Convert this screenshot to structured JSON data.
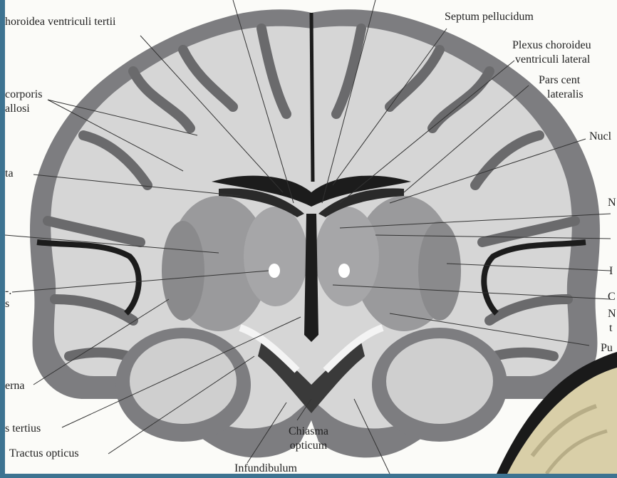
{
  "labels": {
    "choroidea": "horoidea ventriculi tertii",
    "septum": "Septum pellucidum",
    "plexus_1": "Plexus choroideu",
    "plexus_2": "ventriculi lateral",
    "pars_1": "Pars cent",
    "pars_2": "lateralis",
    "corporis_1": "corporis",
    "corporis_2": "allosi",
    "nucl": "Nucl",
    "ta": "ta",
    "n_right": "N",
    "i_right": "I",
    "c_right": "C",
    "n_right2": "N",
    "t_right": "t",
    "dot_left": "-.",
    "s_left": "s",
    "pu_right": "Pu",
    "erna": "erna",
    "s_tertius": "s tertius",
    "tractus": "Tractus opticus",
    "chiasma_1": "Chiasma",
    "chiasma_2": "opticum",
    "infundibulum": "Infundibulum"
  },
  "colors": {
    "frame": "#3d7391",
    "paper": "#fbfbf8",
    "gray_matter": "#7a7a7c",
    "white_matter": "#d8d8d8",
    "ventricle": "#1c1c1c",
    "photo_specimen": "#d9cfa8"
  }
}
